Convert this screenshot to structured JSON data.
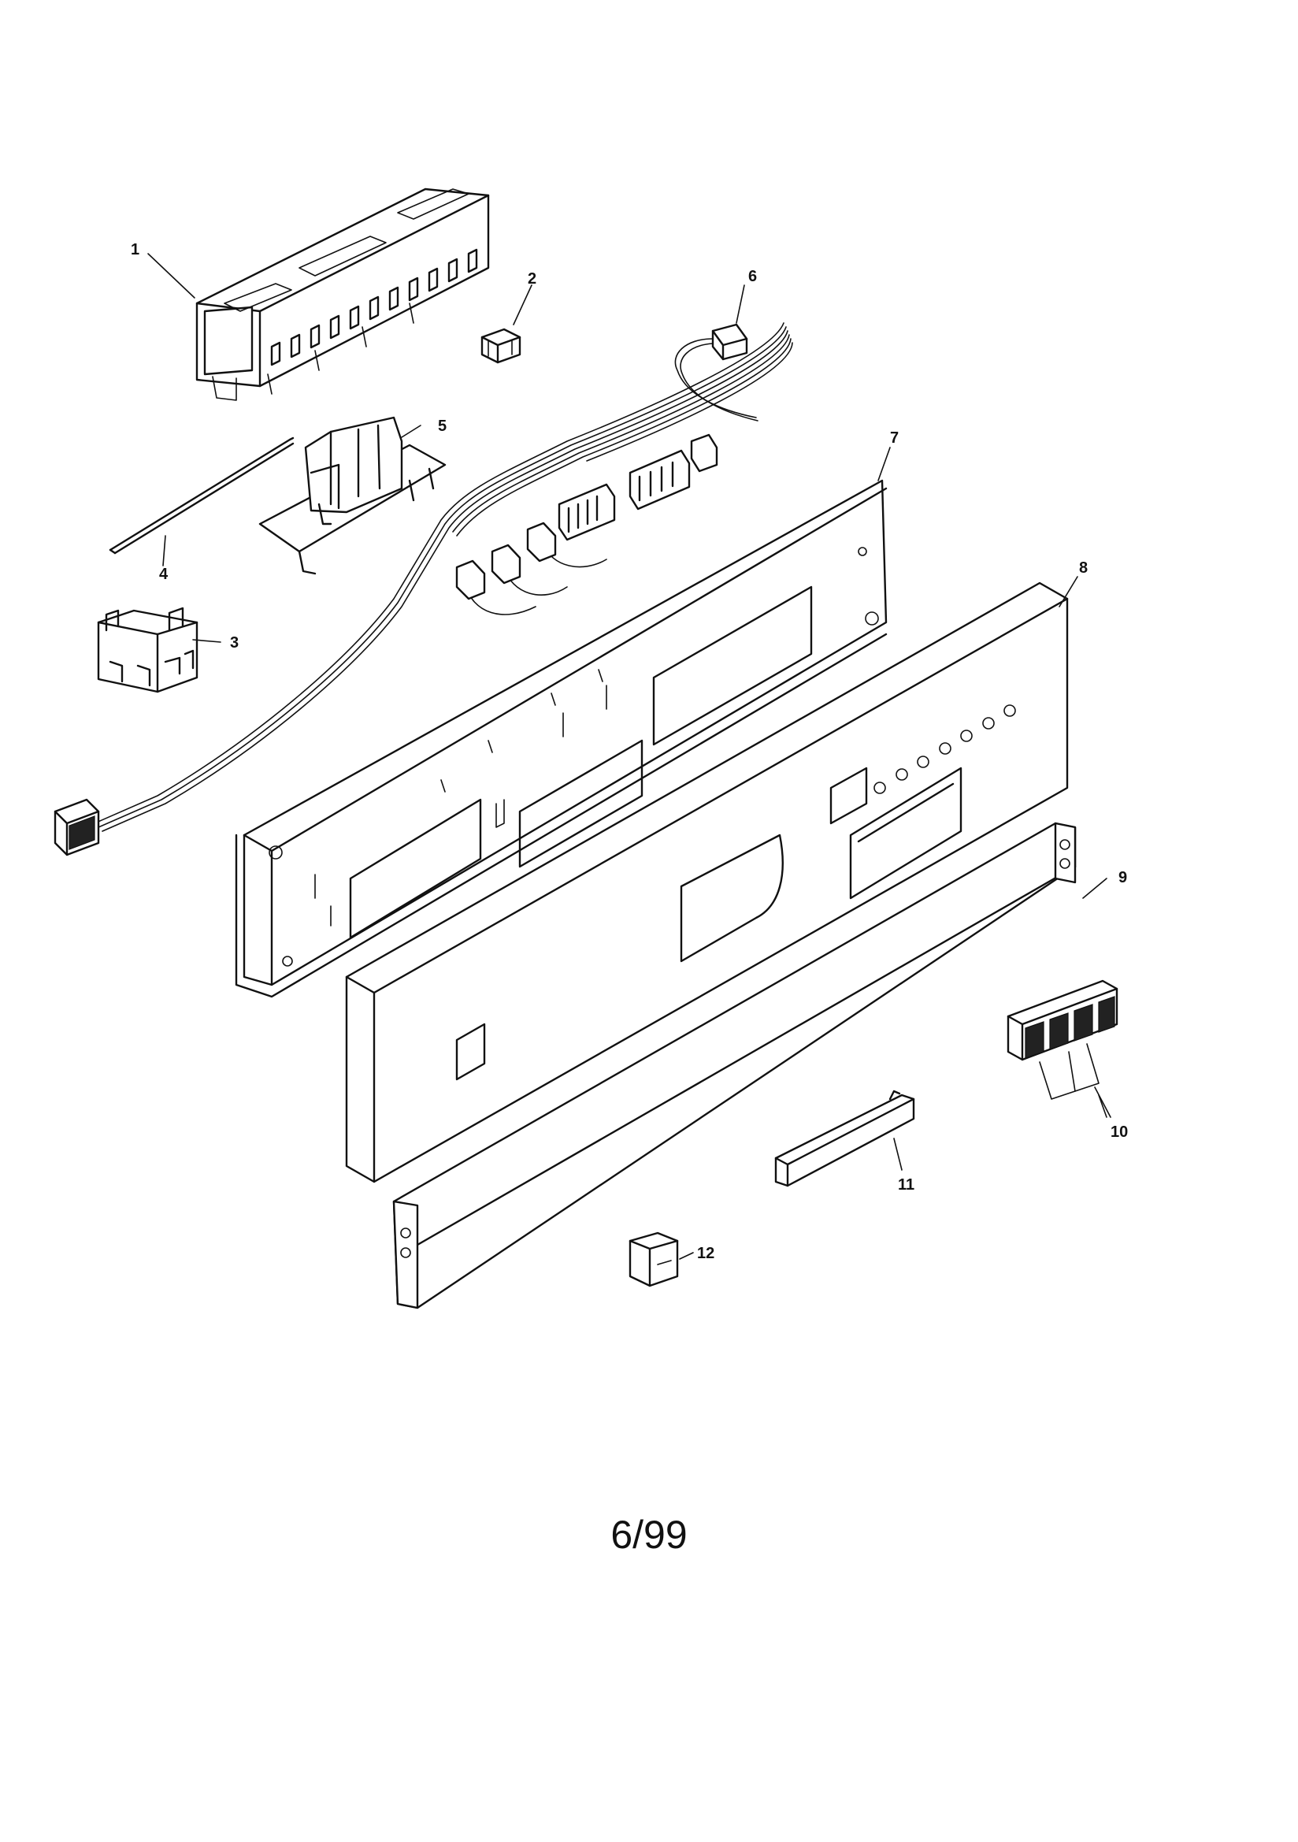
{
  "diagram": {
    "callouts": [
      "1",
      "2",
      "3",
      "4",
      "5",
      "6",
      "7",
      "8",
      "9",
      "10",
      "11",
      "12"
    ],
    "footer_text": "6/99"
  }
}
